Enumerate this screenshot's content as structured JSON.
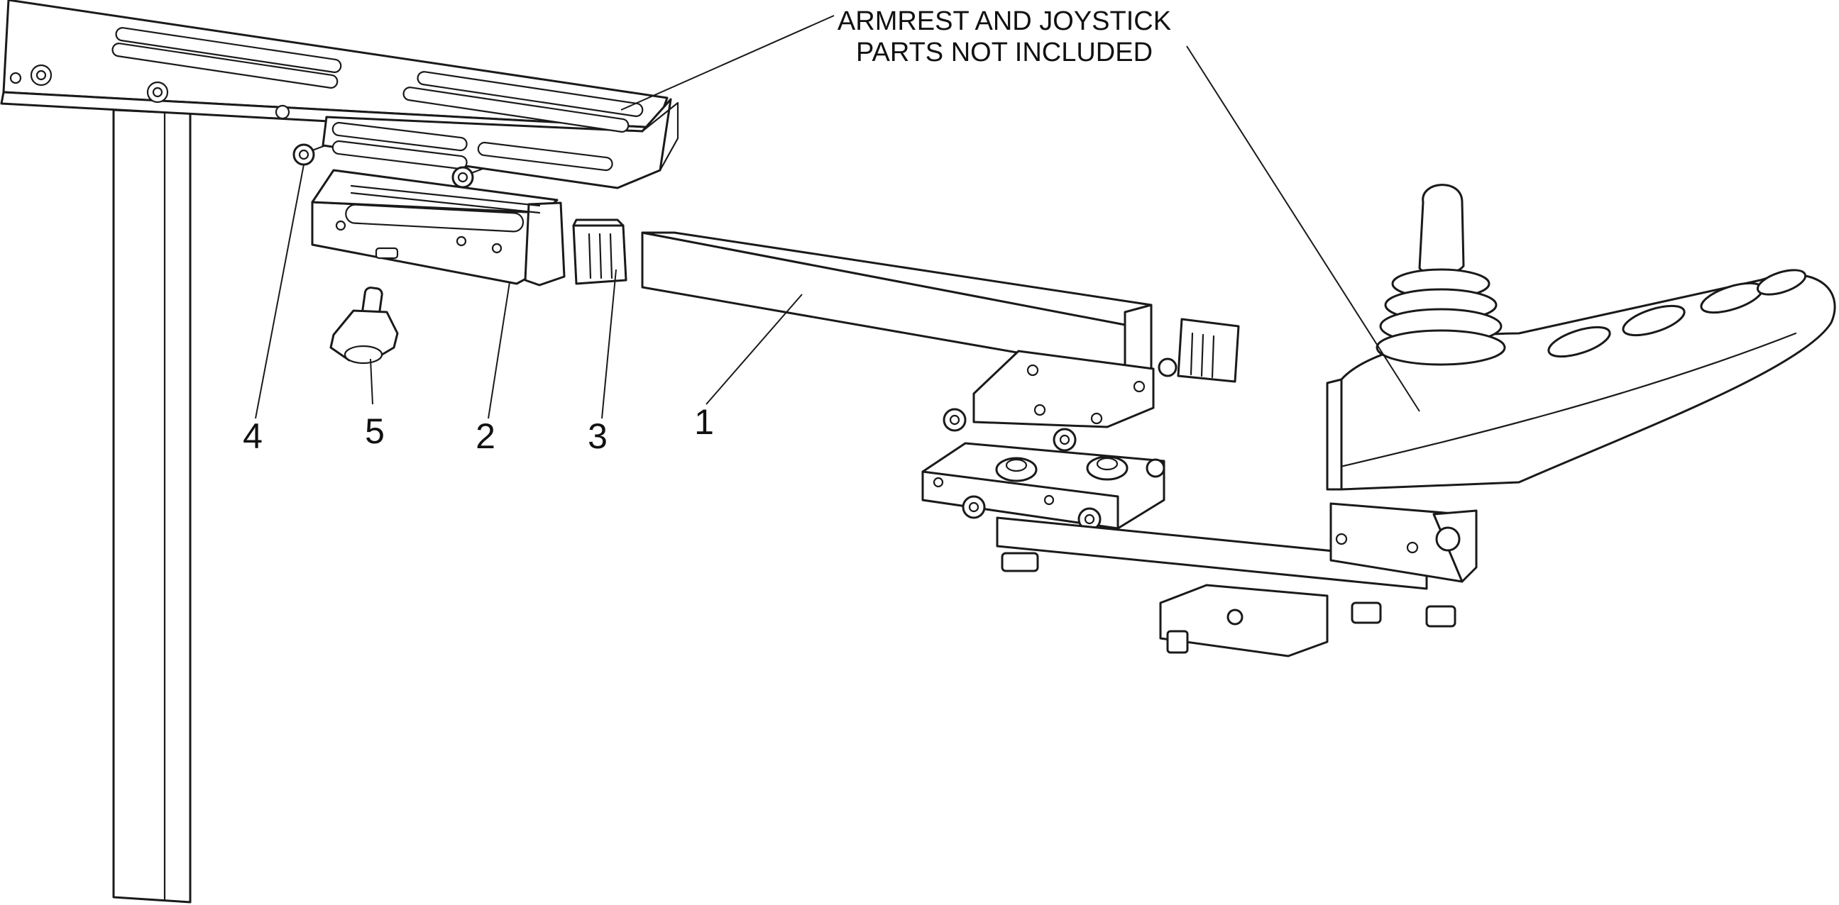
{
  "note": {
    "line1": "ARMREST AND JOYSTICK",
    "line2": "PARTS NOT INCLUDED"
  },
  "callouts": [
    {
      "id": "1",
      "label": "1"
    },
    {
      "id": "2",
      "label": "2"
    },
    {
      "id": "3",
      "label": "3"
    },
    {
      "id": "4",
      "label": "4"
    },
    {
      "id": "5",
      "label": "5"
    }
  ],
  "colors": {
    "line": "#1a1a1a",
    "background": "#ffffff"
  }
}
